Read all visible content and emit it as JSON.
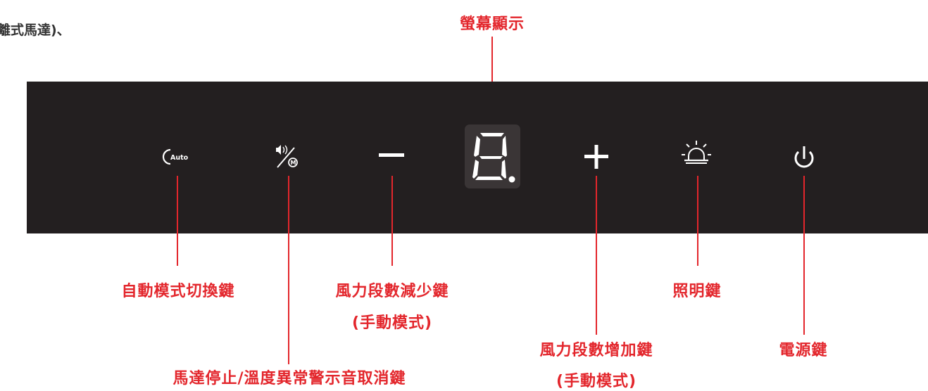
{
  "header": {
    "partial_text": "離式馬達)、"
  },
  "panel": {
    "background_color": "#231f20",
    "display_box_color": "#3a3536",
    "auto_label": "Auto",
    "display_digit": "8.",
    "icons": [
      "auto-mode-icon",
      "mute-motor-icon",
      "minus-icon",
      "seven-segment-display-icon",
      "plus-icon",
      "light-icon",
      "power-icon"
    ]
  },
  "callouts": {
    "screen_display": "螢幕顯示",
    "auto_mode": "自動模式切換鍵",
    "fan_decrease_line1": "風力段數減少鍵",
    "fan_decrease_line2": "(手動模式)",
    "motor_stop": "馬達停止/溫度異常警示音取消鍵",
    "fan_increase_line1": "風力段數增加鍵",
    "fan_increase_line2": "(手動模式)",
    "light": "照明鍵",
    "power": "電源鍵"
  },
  "colors": {
    "accent": "#e3262c",
    "text": "#333333",
    "icon": "#ffffff"
  }
}
